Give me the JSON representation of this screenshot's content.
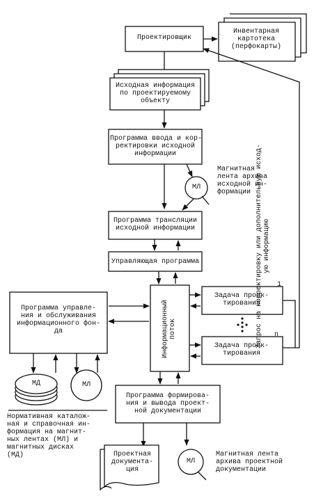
{
  "nodes": {
    "designer": "Проектировщик",
    "card_index": "Инвентарная\nкартотека\n(перфокарты)",
    "source_info": "Исходная информация\nпо проектируемому\nобъекту",
    "input_program": "Программа ввода и кор-\nректировки исходной\nинформации",
    "ml": "МЛ",
    "md": "МД",
    "tape_archive_source": "Магнитная\nлента архива\nисходной ин-\nформации",
    "translation_program": "Программа трансляции\nисходной информации",
    "control_program": "Управляющая программа",
    "fund_program": "Программа управле-\nния и обслуживания\nинформационного фон-\nда",
    "info_flow": "Информационный\nпоток",
    "task1": "Задача проек-\nтирования",
    "task1_index": "1",
    "task_n": "Задача проек-\nтирования",
    "task_n_index": "n",
    "output_program": "Программа формирова-\nния и вывода проект-\nной документации",
    "storage_caption": "Нормативная каталож-\nная и справочная ин-\nформация на магнит-\nных лентах (МЛ) и\nмагнитных дисках\n(МД)",
    "design_docs": "Проектная\nдокумента-\nция",
    "tape_archive_docs": "Магнитная лента\nархива проектной\nдокументации",
    "request": "Запрос на корректировку или дополнительную исход-\nую информацию"
  }
}
